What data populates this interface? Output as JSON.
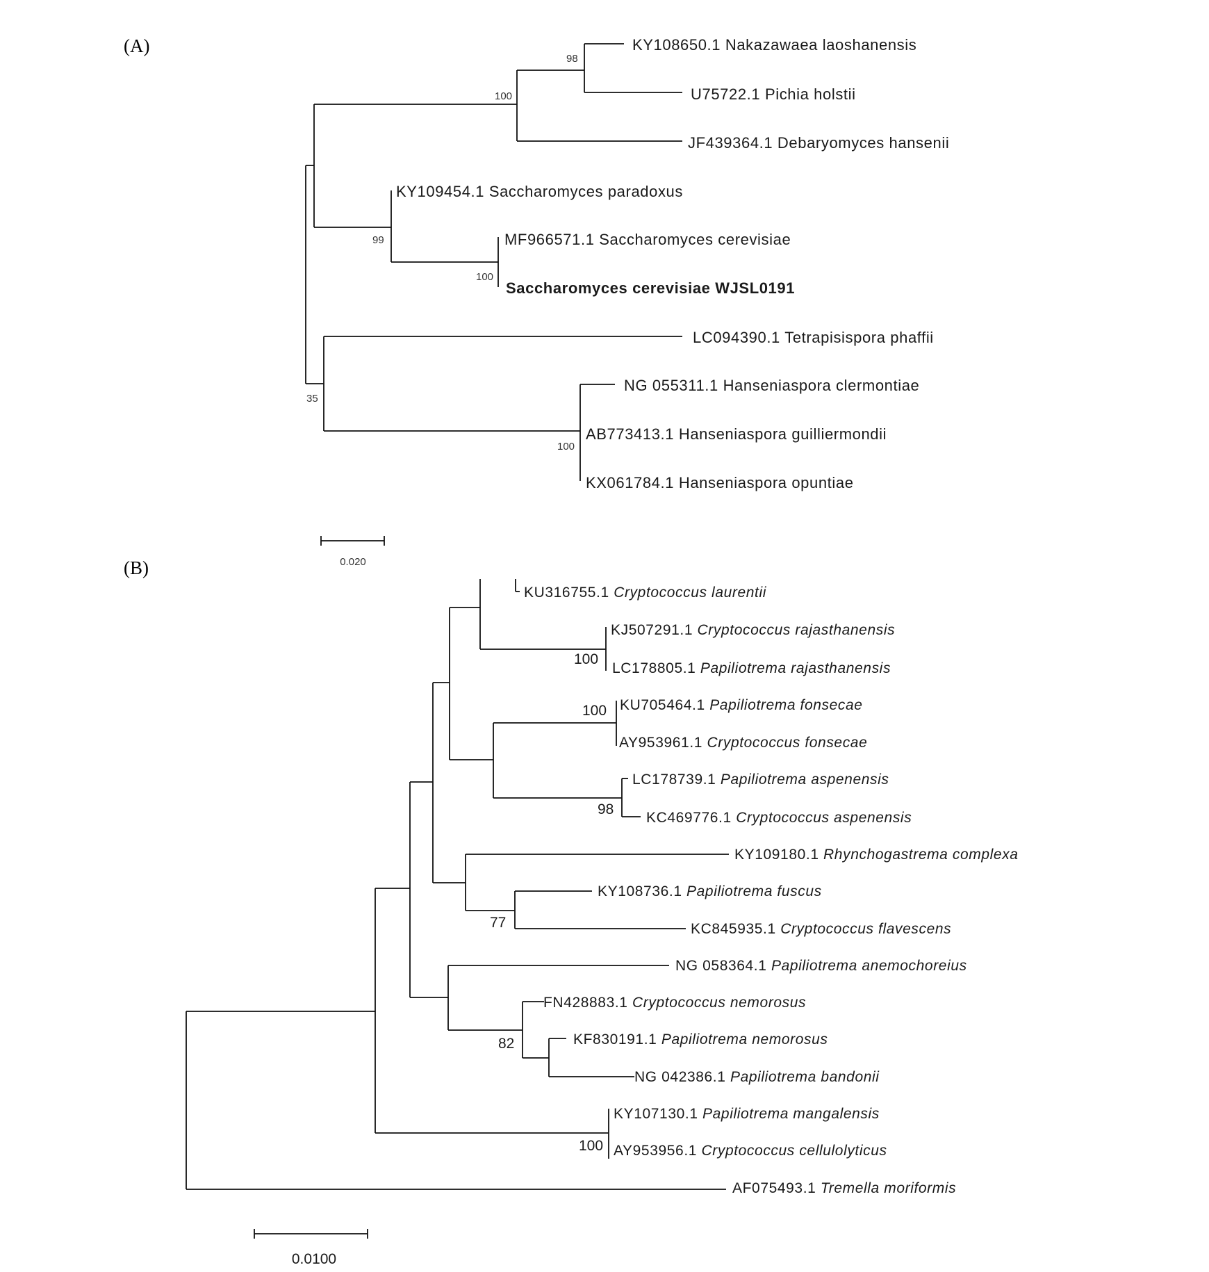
{
  "panel_a": {
    "label": "(A)",
    "taxa": [
      {
        "accession": "KY108650.1",
        "species": "Nakazawaea laoshanensis",
        "bold": false
      },
      {
        "accession": "U75722.1",
        "species": "Pichia holstii",
        "bold": false
      },
      {
        "accession": "JF439364.1",
        "species": "Debaryomyces hansenii",
        "bold": false
      },
      {
        "accession": "KY109454.1",
        "species": "Saccharomyces paradoxus",
        "bold": false
      },
      {
        "accession": "MF966571.1",
        "species": "Saccharomyces cerevisiae",
        "bold": false
      },
      {
        "accession": "",
        "species": "Saccharomyces cerevisiae WJSL0191",
        "bold": true
      },
      {
        "accession": "LC094390.1",
        "species": "Tetrapisispora phaffii",
        "bold": false
      },
      {
        "accession": "NG 055311.1",
        "species": "Hanseniaspora clermontiae",
        "bold": false
      },
      {
        "accession": "AB773413.1",
        "species": "Hanseniaspora guilliermondii",
        "bold": false
      },
      {
        "accession": "KX061784.1",
        "species": "Hanseniaspora opuntiae",
        "bold": false
      }
    ],
    "bootstrap": [
      "98",
      "100",
      "99",
      "100",
      "35",
      "100"
    ],
    "scale_label": "0.020"
  },
  "panel_b": {
    "label": "(B)",
    "taxa": [
      {
        "accession": "KU316755.1",
        "species": "Cryptococcus laurentii"
      },
      {
        "accession": "KJ507291.1",
        "species": "Cryptococcus rajasthanensis"
      },
      {
        "accession": "LC178805.1",
        "species": "Papiliotrema rajasthanensis"
      },
      {
        "accession": "KU705464.1",
        "species": "Papiliotrema fonsecae"
      },
      {
        "accession": "AY953961.1",
        "species": "Cryptococcus fonsecae"
      },
      {
        "accession": "LC178739.1",
        "species": "Papiliotrema aspenensis"
      },
      {
        "accession": "KC469776.1",
        "species": "Cryptococcus aspenensis"
      },
      {
        "accession": "KY109180.1",
        "species": "Rhynchogastrema complexa"
      },
      {
        "accession": "KY108736.1",
        "species": "Papiliotrema fuscus"
      },
      {
        "accession": "KC845935.1",
        "species": "Cryptococcus flavescens"
      },
      {
        "accession": "NG 058364.1",
        "species": "Papiliotrema anemochoreius"
      },
      {
        "accession": "FN428883.1",
        "species": "Cryptococcus nemorosus"
      },
      {
        "accession": "KF830191.1",
        "species": "Papiliotrema nemorosus"
      },
      {
        "accession": "NG 042386.1",
        "species": "Papiliotrema bandonii"
      },
      {
        "accession": "KY107130.1",
        "species": "Papiliotrema mangalensis"
      },
      {
        "accession": "AY953956.1",
        "species": "Cryptococcus cellulolyticus"
      },
      {
        "accession": "AF075493.1",
        "species": "Tremella moriformis"
      }
    ],
    "bootstrap": [
      "100",
      "100",
      "98",
      "77",
      "82",
      "100"
    ],
    "scale_label": "0.0100"
  }
}
